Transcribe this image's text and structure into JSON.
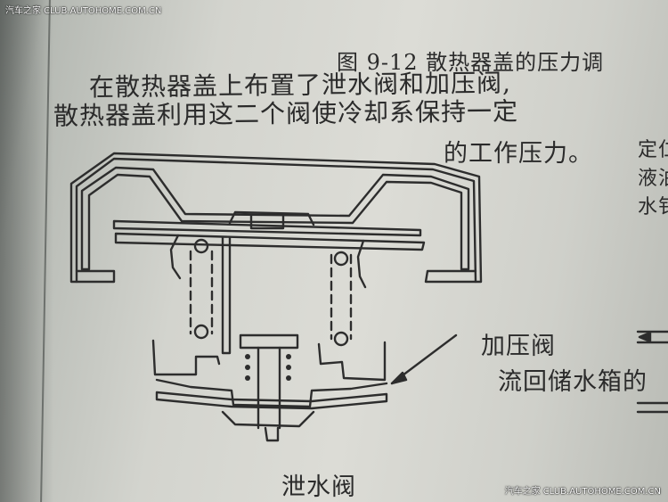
{
  "watermark": {
    "top": "汽车之家  CLUB.AUTOHOME.COM.CN",
    "bottom": "汽车之家  CLUB.AUTOHOME.COM.CN"
  },
  "document": {
    "caption": "图 9-12   散热器盖的压力调",
    "paragraph": [
      "在散热器盖上布置了泄水阀和加压阀,",
      "散热器盖利用这二个阀使冷却系保持一定",
      "的工作压力。"
    ],
    "side_text": [
      "定仁",
      "液泊",
      "水钅"
    ]
  },
  "diagram": {
    "labels": {
      "pressure_valve": "加压阀",
      "return_to_tank": "流回储水箱的",
      "drain_valve": "泄水阀"
    }
  }
}
